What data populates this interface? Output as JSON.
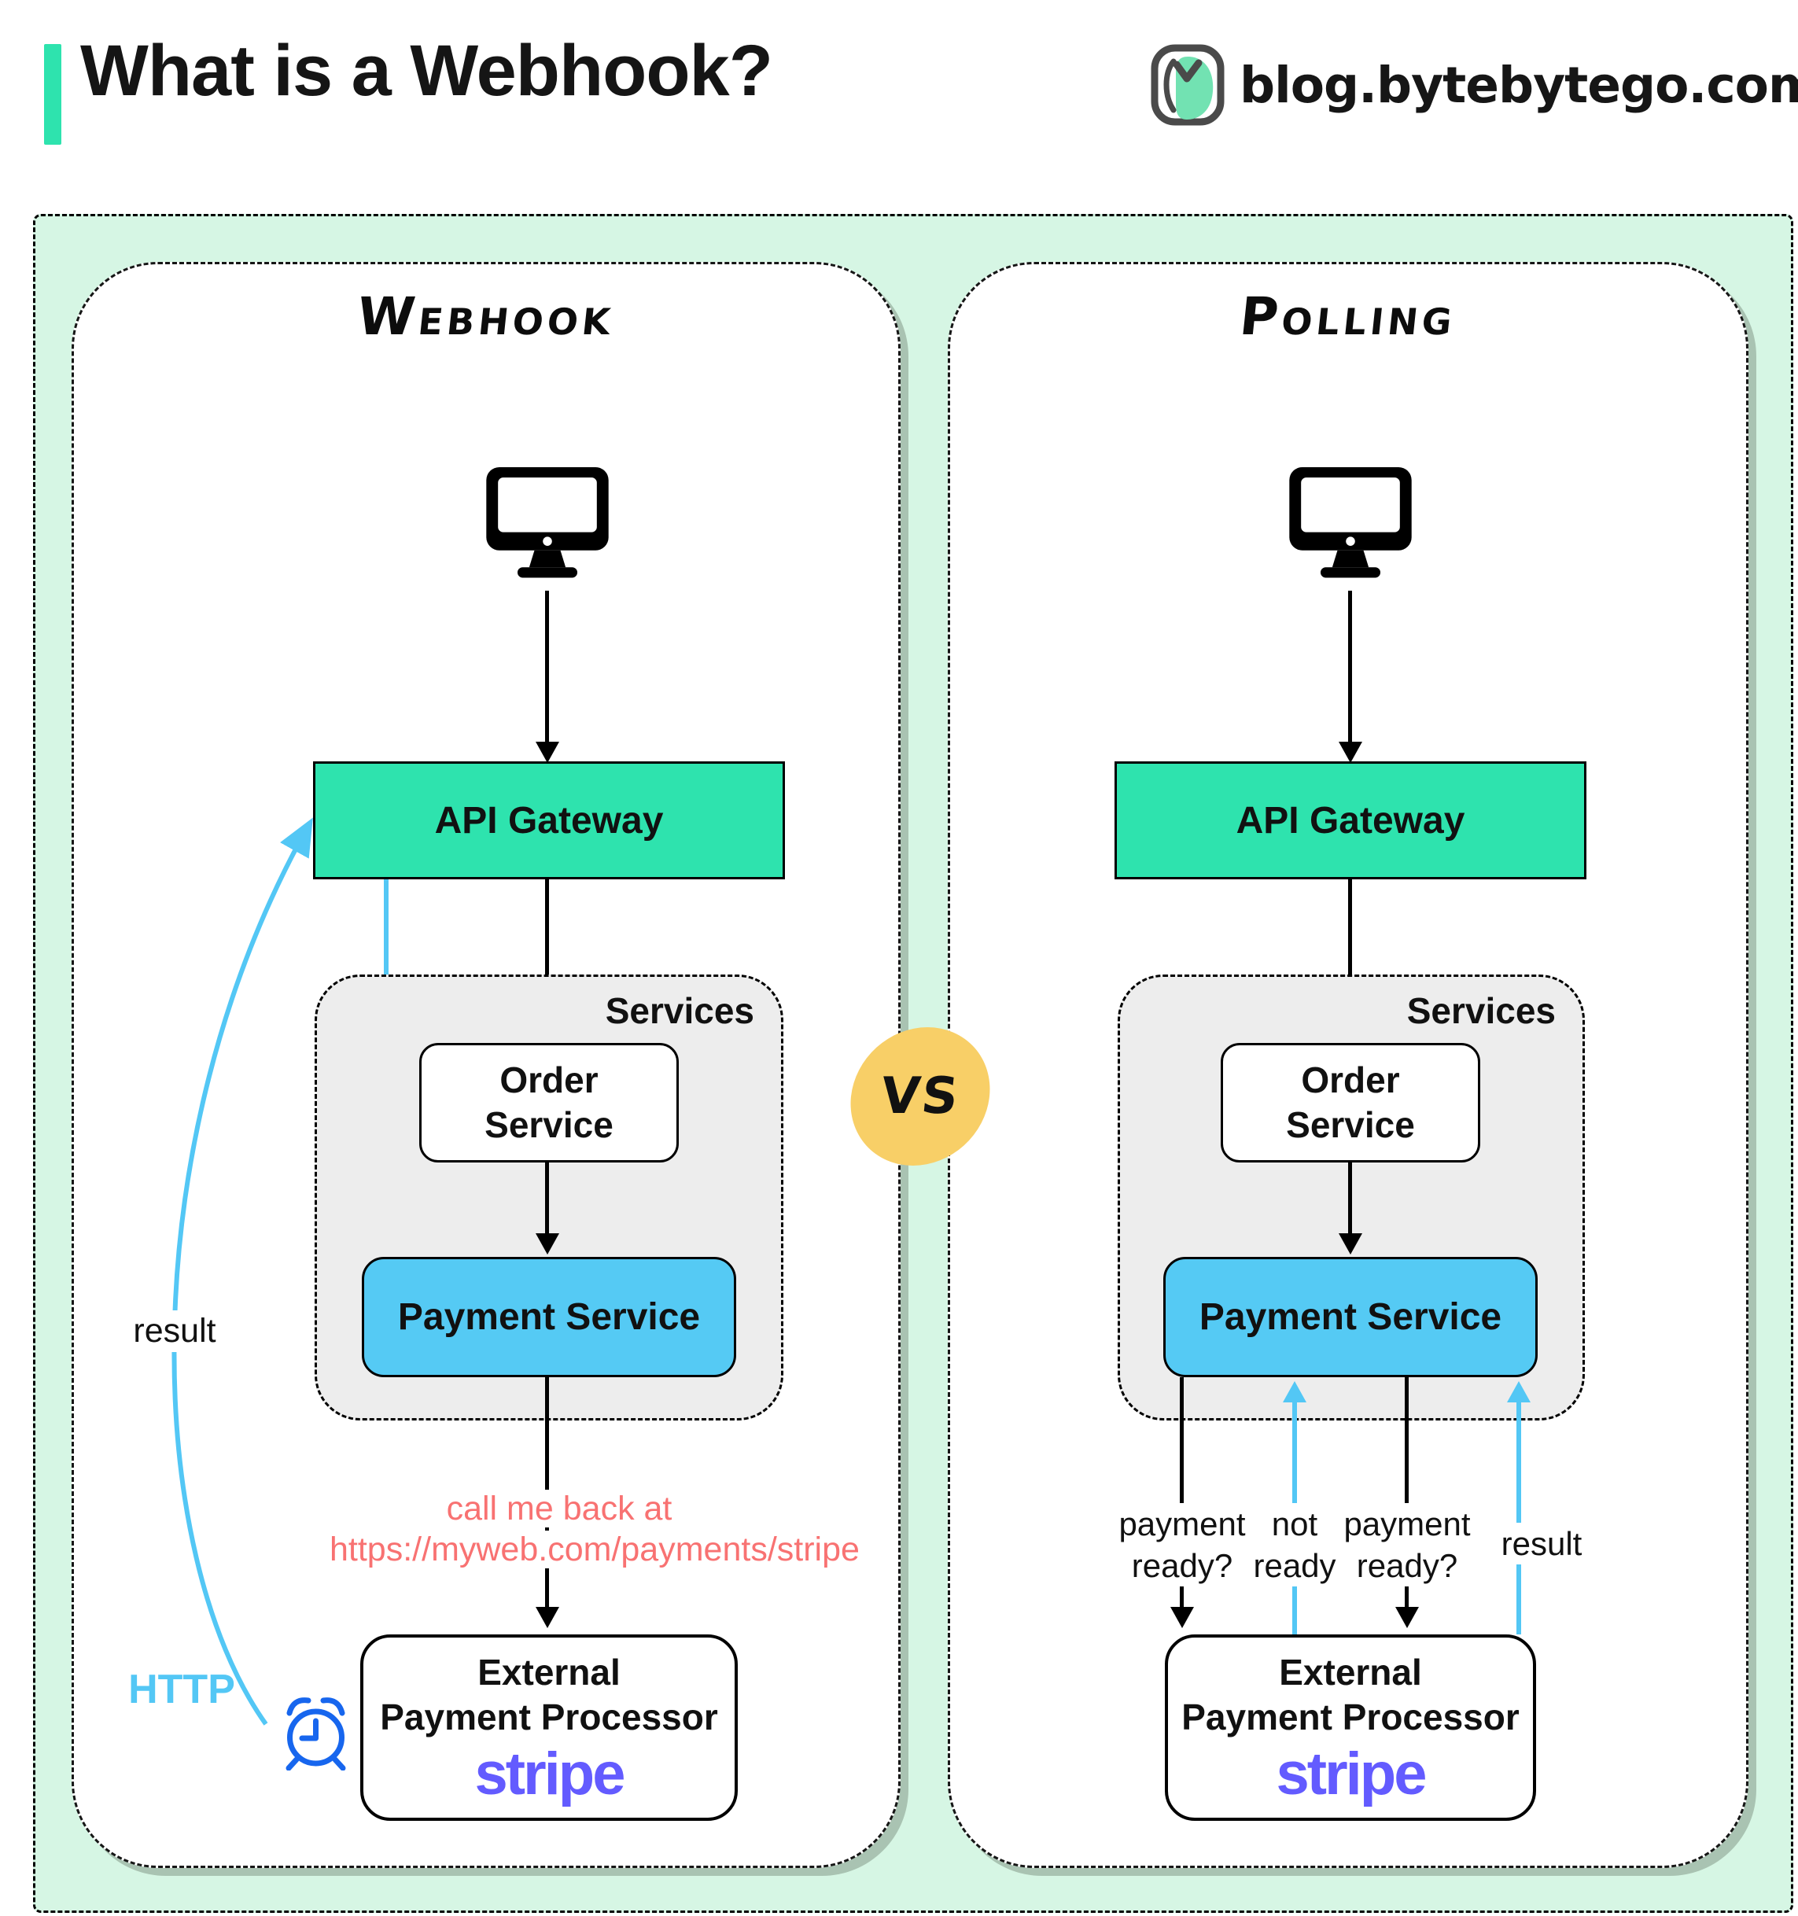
{
  "header": {
    "title": "What is a Webhook?",
    "brand": "blog.bytebytego.com"
  },
  "vs_label": "VS",
  "webhook": {
    "title": "Webhook",
    "api_gateway": "API Gateway",
    "services": "Services",
    "order1": "Order",
    "order2": "Service",
    "payment": "Payment Service",
    "callback1": "call me back at",
    "callback2": "https://myweb.com/payments/stripe",
    "external1": "External",
    "external2": "Payment Processor",
    "processor_brand": "stripe",
    "result": "result",
    "http": "HTTP"
  },
  "polling": {
    "title": "Polling",
    "api_gateway": "API Gateway",
    "services": "Services",
    "order1": "Order",
    "order2": "Service",
    "payment": "Payment Service",
    "q1a": "payment",
    "q1b": "ready?",
    "n1a": "not",
    "n1b": "ready",
    "q2a": "payment",
    "q2b": "ready?",
    "result": "result",
    "external1": "External",
    "external2": "Payment Processor",
    "processor_brand": "stripe"
  },
  "colors": {
    "accent_teal": "#2ee3ae",
    "payment_blue": "#55caf4",
    "arrow_blue": "#53c7f5",
    "vs_yellow": "#f8cf67",
    "callback_red": "#f87272",
    "stripe_purple": "#635bff",
    "clock_blue": "#1766ee",
    "mint_bg": "#d6f6e4"
  }
}
